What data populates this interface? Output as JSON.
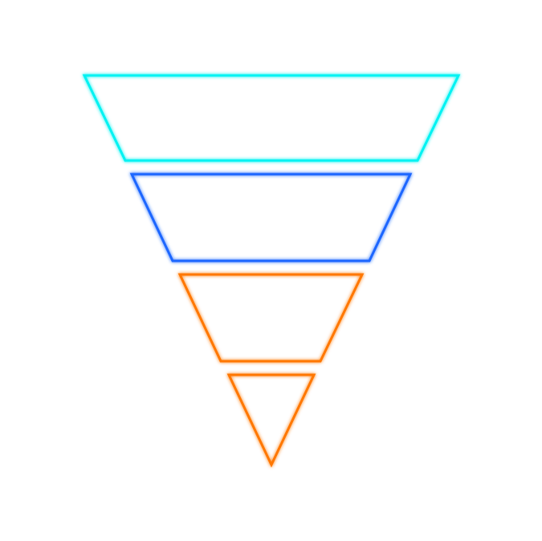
{
  "funnel": {
    "stages": [
      {
        "id": "stage-1",
        "shape": "trapezoid",
        "color": "#00f2f2"
      },
      {
        "id": "stage-2",
        "shape": "trapezoid",
        "color": "#1a66ff"
      },
      {
        "id": "stage-3",
        "shape": "trapezoid",
        "color": "#ff7700"
      },
      {
        "id": "stage-4",
        "shape": "triangle",
        "color": "#ff7700"
      }
    ]
  }
}
